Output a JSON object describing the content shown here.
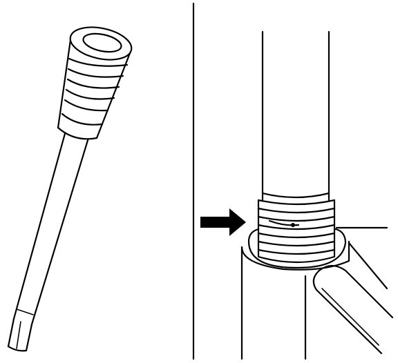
{
  "figure": {
    "panels": [
      {
        "id": "left",
        "subject": "tool-with-threaded-head"
      },
      {
        "id": "right",
        "subject": "threaded-tube-installed"
      }
    ],
    "colors": {
      "ink": "#000000",
      "background": "#ffffff"
    },
    "icons": {
      "pointer": "arrow-right-icon"
    }
  }
}
